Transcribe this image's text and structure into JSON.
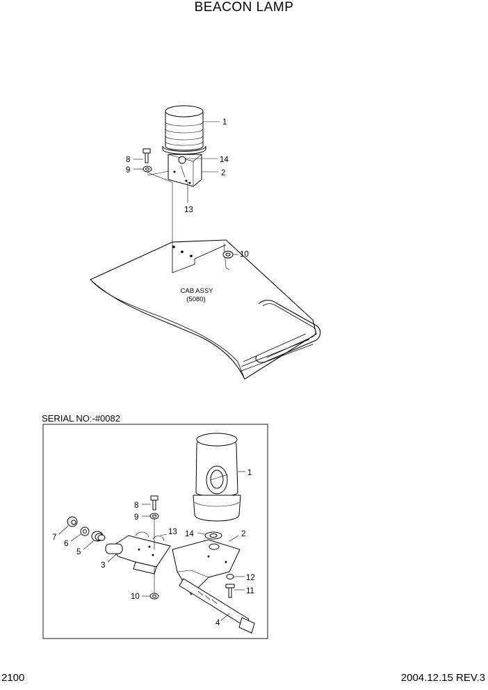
{
  "title": "BEACON LAMP",
  "serial_note": "SERIAL NO:-#0082",
  "footer": {
    "page_number": "2100",
    "date_revision": "2004.12.15  REV.3"
  },
  "main_diagram": {
    "assembly_label_line1": "CAB ASSY",
    "assembly_label_line2": "(5080)",
    "callouts": [
      "1",
      "14",
      "2",
      "8",
      "9",
      "13",
      "10"
    ]
  },
  "inset_diagram": {
    "callouts": [
      "1",
      "8",
      "9",
      "13",
      "14",
      "2",
      "7",
      "6",
      "5",
      "3",
      "12",
      "11",
      "10",
      "4"
    ]
  }
}
